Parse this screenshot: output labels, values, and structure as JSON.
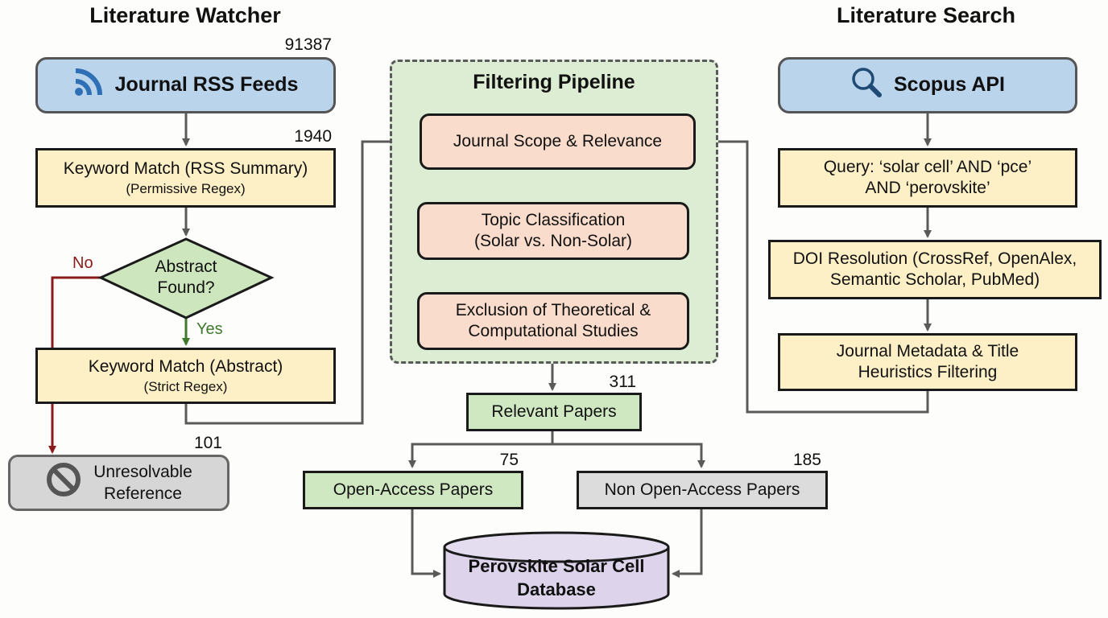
{
  "sections": {
    "left_title": "Literature Watcher",
    "right_title": "Literature Search",
    "center_title": "Filtering Pipeline"
  },
  "watcher": {
    "rss": {
      "label": "Journal RSS Feeds",
      "icon": "rss-icon",
      "count": "91387"
    },
    "keyword_summary": {
      "label": "Keyword Match (RSS Summary)",
      "sub": "(Permissive Regex)",
      "count": "1940"
    },
    "decision": {
      "line1": "Abstract",
      "line2": "Found?",
      "no_label": "No",
      "yes_label": "Yes"
    },
    "keyword_abstract": {
      "label": "Keyword Match (Abstract)",
      "sub": "(Strict Regex)"
    },
    "unresolvable": {
      "line1": "Unresolvable",
      "line2": "Reference",
      "icon": "prohibited-icon",
      "count": "101"
    }
  },
  "search": {
    "scopus": {
      "label": "Scopus API",
      "icon": "search-icon"
    },
    "query": {
      "line1": "Query: ‘solar cell’ AND ‘pce’",
      "line2": "AND ‘perovskite’"
    },
    "doi": {
      "line1": "DOI Resolution (CrossRef, OpenAlex,",
      "line2": "Semantic Scholar, PubMed)"
    },
    "metadata": {
      "line1": "Journal Metadata & Title",
      "line2": "Heuristics Filtering"
    }
  },
  "pipeline": {
    "steps": [
      {
        "line1": "Journal Scope & Relevance",
        "line2": ""
      },
      {
        "line1": "Topic Classification",
        "line2": "(Solar vs. Non-Solar)"
      },
      {
        "line1": "Exclusion of Theoretical &",
        "line2": "Computational Studies"
      }
    ]
  },
  "outputs": {
    "relevant": {
      "label": "Relevant Papers",
      "count": "311"
    },
    "open_access": {
      "label": "Open-Access Papers",
      "count": "75"
    },
    "non_open_access": {
      "label": "Non Open-Access Papers",
      "count": "185"
    },
    "database": {
      "line1": "Perovskite Solar Cell",
      "line2": "Database"
    }
  },
  "colors": {
    "source_blue": "#bad4ec",
    "step_yellow": "#fdefc6",
    "pipeline_green": "#dcedd3",
    "step_peach": "#f9dccb",
    "output_green": "#cfe8c2",
    "database_purple": "#ddd3ea",
    "no_red": "#8b1a1a",
    "yes_green": "#3f7a2e",
    "connector_gray": "#5a5a5a"
  }
}
